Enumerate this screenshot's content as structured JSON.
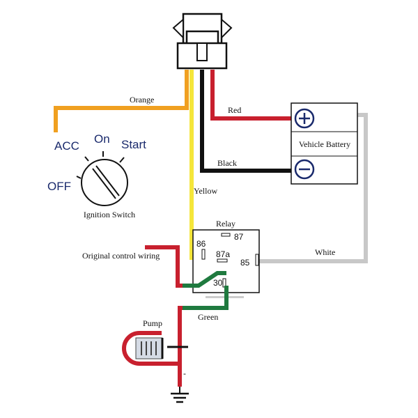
{
  "wires": {
    "orange": "Orange",
    "red": "Red",
    "black": "Black",
    "yellow": "Yellow",
    "white": "White",
    "green": "Green"
  },
  "ignition": {
    "acc": "ACC",
    "on": "On",
    "start": "Start",
    "off": "OFF",
    "label": "Ignition Switch"
  },
  "battery": {
    "label": "Vehicle Battery",
    "plus": "⊕",
    "minus": "⊖"
  },
  "relay": {
    "label": "Relay",
    "pin86": "86",
    "pin87": "87",
    "pin87a": "87a",
    "pin85": "85",
    "pin30": "30"
  },
  "control_wiring": "Original control wiring",
  "pump": {
    "label": "Pump",
    "minus": "-"
  },
  "colors": {
    "orange": "#f0a020",
    "red": "#c8202e",
    "black": "#111111",
    "yellow": "#f5e63a",
    "white": "#c8c8c8",
    "green": "#1f7a3f"
  }
}
